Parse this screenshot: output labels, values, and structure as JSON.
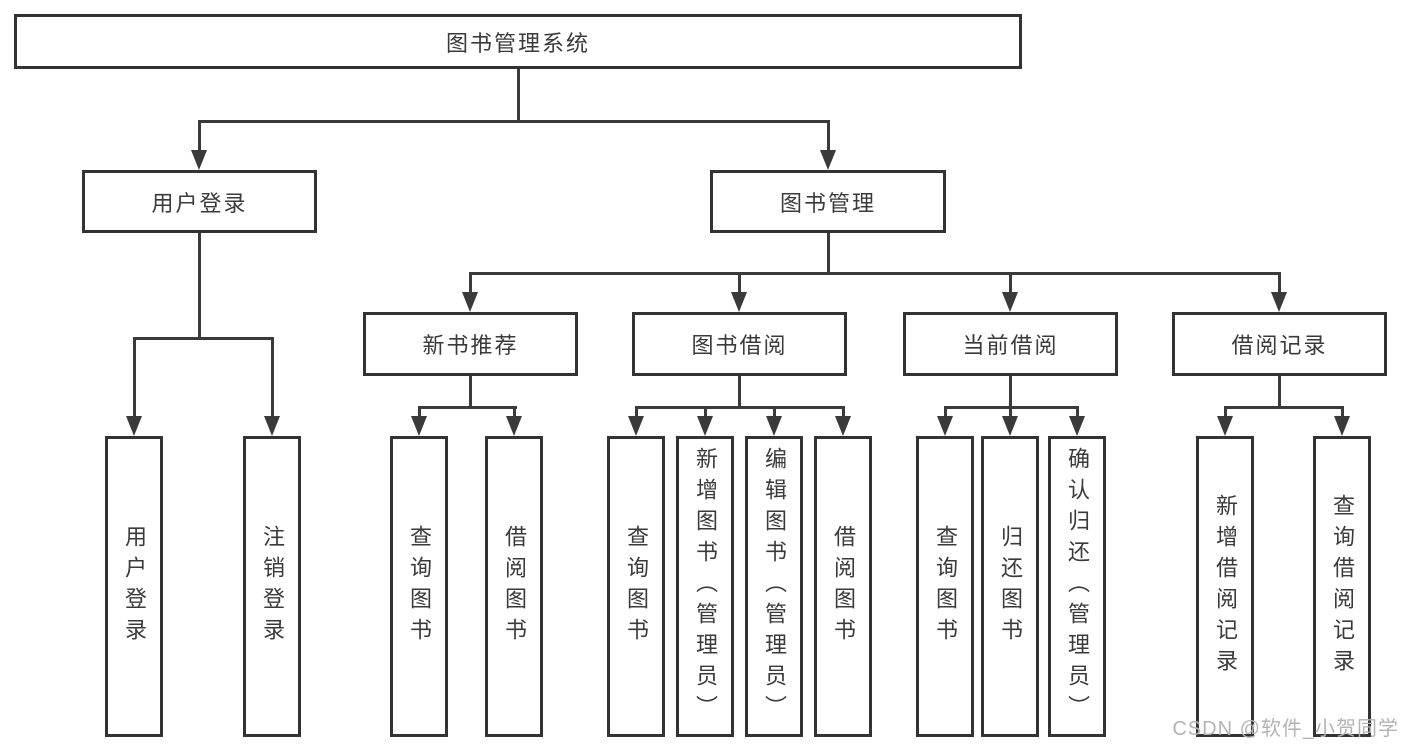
{
  "diagram": {
    "type": "org-tree",
    "root": {
      "label": "图书管理系统",
      "children": [
        {
          "label": "用户登录",
          "children": [
            {
              "label": "用户登录"
            },
            {
              "label": "注销登录"
            }
          ]
        },
        {
          "label": "图书管理",
          "children": [
            {
              "label": "新书推荐",
              "children": [
                {
                  "label": "查询图书"
                },
                {
                  "label": "借阅图书"
                }
              ]
            },
            {
              "label": "图书借阅",
              "children": [
                {
                  "label": "查询图书"
                },
                {
                  "label": "新增图书（管理员）"
                },
                {
                  "label": "编辑图书（管理员）"
                },
                {
                  "label": "借阅图书"
                }
              ]
            },
            {
              "label": "当前借阅",
              "children": [
                {
                  "label": "查询图书"
                },
                {
                  "label": "归还图书"
                },
                {
                  "label": "确认归还（管理员）"
                }
              ]
            },
            {
              "label": "借阅记录",
              "children": [
                {
                  "label": "新增借阅记录"
                },
                {
                  "label": "查询借阅记录"
                }
              ]
            }
          ]
        }
      ]
    }
  },
  "watermark": {
    "text": "CSDN @软件_小贺同学"
  },
  "colors": {
    "line": "#3a3a3a",
    "box_border": "#333333",
    "box_fill": "#ffffff",
    "text": "#3a3a3a",
    "watermark_text": "#b3b3b3",
    "background": "#ffffff"
  }
}
